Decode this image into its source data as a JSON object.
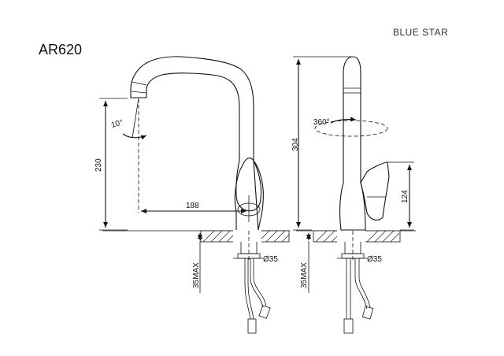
{
  "header": {
    "model": "AR620",
    "brand": "BLUE STAR"
  },
  "front_view": {
    "spout_angle": "10°",
    "height_to_spout": "230",
    "spout_reach": "188",
    "hole_diameter": "Ø35",
    "max_counter_thickness": "35MAX"
  },
  "side_view": {
    "rotation": "360°",
    "total_height": "304",
    "handle_height": "124",
    "hole_diameter": "Ø35",
    "max_counter_thickness": "35MAX"
  },
  "colors": {
    "line": "#111111",
    "background": "#ffffff"
  }
}
